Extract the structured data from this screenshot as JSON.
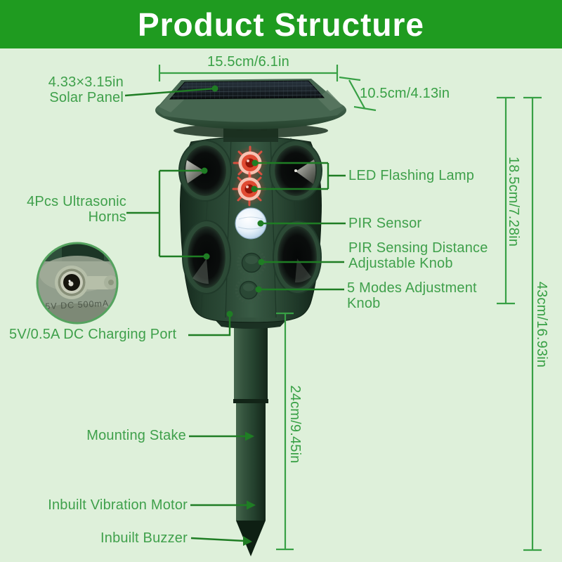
{
  "banner": {
    "title": "Product Structure"
  },
  "labels": {
    "solar_panel_l1": "4.33×3.15in",
    "solar_panel_l2": "Solar Panel",
    "horns_l1": "4Pcs Ultrasonic",
    "horns_l2": "Horns",
    "led": "LED Flashing Lamp",
    "pir": "PIR Sensor",
    "pir_knob_l1": "PIR Sensing Distance",
    "pir_knob_l2": "Adjustable Knob",
    "modes_knob_l1": "5 Modes Adjustment",
    "modes_knob_l2": "Knob",
    "dc_port": "5V/0.5A DC Charging Port",
    "mounting_stake": "Mounting Stake",
    "vibration_motor": "Inbuilt Vibration Motor",
    "buzzer": "Inbuilt Buzzer"
  },
  "dimensions": {
    "solar_width": "15.5cm/6.1in",
    "solar_depth": "10.5cm/4.13in",
    "head_height": "18.5cm/7.28in",
    "total_height": "43cm/16.93in",
    "stake_height": "24cm/9.45in"
  },
  "inset": {
    "engraving": "5V DC 500mA"
  },
  "colors": {
    "background": "#def0da",
    "banner_green": "#1f9b20",
    "label_green": "#3fa04b",
    "callout_green": "#1f7d24",
    "dimension_green": "#38a045",
    "device_body_green": "#2e4c38",
    "led_red": "#e04a32",
    "pir_blue_white": "#dcecf8"
  }
}
